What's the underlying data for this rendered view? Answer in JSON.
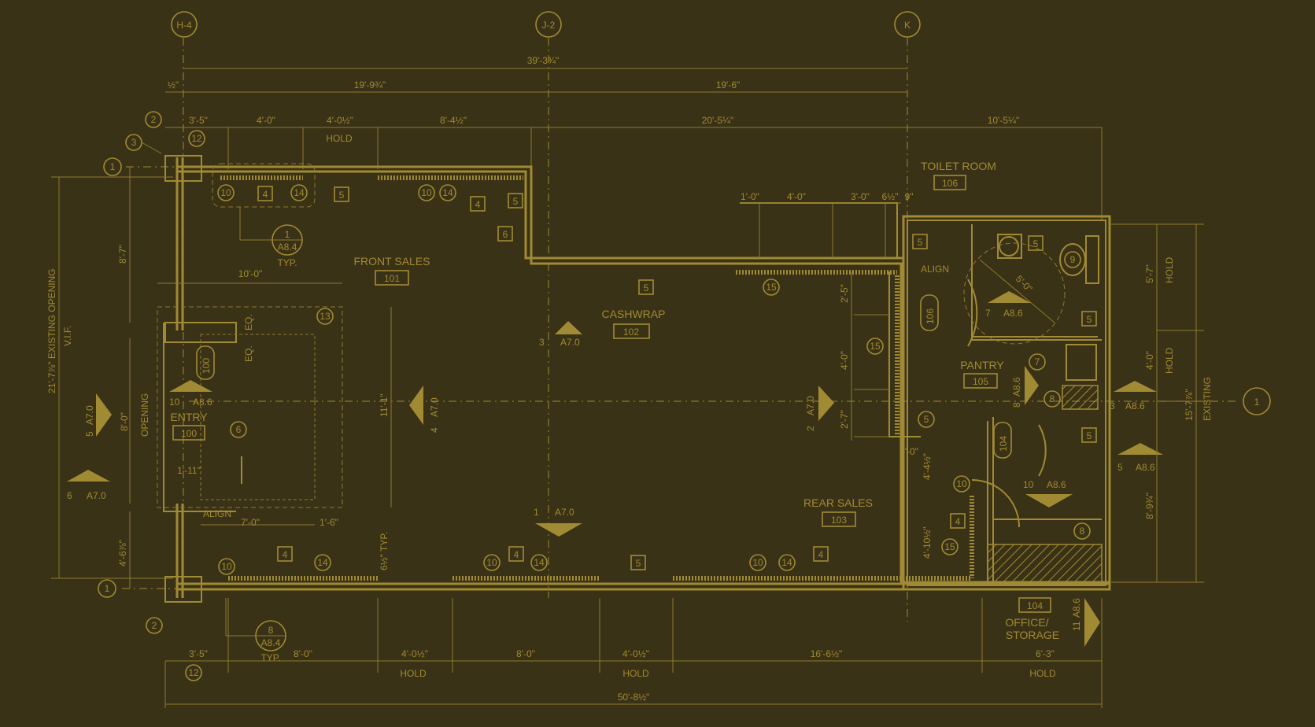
{
  "grid_bubbles": {
    "top": [
      "H-4",
      "J-2",
      "K"
    ],
    "left_top": "1",
    "left_bottom": "1",
    "right": "1",
    "left_2_top": "2",
    "left_3_top": "3",
    "left_2_bottom": "2",
    "left_12_bottom": "12"
  },
  "dimensions_top": {
    "overall": "39'-3¾\"",
    "left_bay": "19'-9¾\"",
    "right_bay": "19'-6\"",
    "small_left": "½\"",
    "row3": [
      "3'-5\"",
      "4'-0\"",
      "4'-0½\"",
      "8'-4½\"",
      "20'-5¼\"",
      "10'-5¼\""
    ],
    "hold": "HOLD"
  },
  "dimensions_bottom": {
    "row1": [
      "3'-5\"",
      "8'-0\"",
      "4'-0½\"",
      "8'-0\"",
      "4'-0½\"",
      "16'-6½\"",
      "6'-3\""
    ],
    "hold": [
      "HOLD",
      "HOLD",
      "HOLD"
    ],
    "overall": "50'-8½\""
  },
  "dimensions_left": {
    "existing_opening": "21'-7⅞\" EXISTING OPENING",
    "vif": "V.I.F.",
    "d1": "8'-7\"",
    "d2": "8'-0\"",
    "opening": "OPENING",
    "d3": "4'-6⅞\"",
    "d4": "10'-0\"",
    "eq": "EQ.",
    "d5": "7'-0\"",
    "d6": "1'-6\"",
    "d7": "1'-11\"",
    "d8": "6½\" TYP.",
    "d9": "11'-1\""
  },
  "dimensions_right": {
    "d1": "5'-7\"",
    "hold1": "HOLD",
    "d2": "4'-0\"",
    "hold2": "HOLD",
    "d3": "15'-7⅞\"",
    "existing": "EXISTING",
    "d4": "8'-9¾\"",
    "d5": "1'-0\"",
    "d6": "4'-4½\"",
    "d7": "4'-10½\"",
    "d8": "2'-5\"",
    "d9": "4'-0\"",
    "d10": "2'-7\"",
    "cw_dims": [
      "1'-0\"",
      "4'-0\"",
      "3'-0\"",
      "6½\"",
      "9\""
    ],
    "rad": "5'-0\""
  },
  "rooms": [
    {
      "name": "FRONT SALES",
      "num": "101"
    },
    {
      "name": "CASHWRAP",
      "num": "102"
    },
    {
      "name": "REAR SALES",
      "num": "103"
    },
    {
      "name": "ENTRY",
      "num": "100"
    },
    {
      "name": "TOILET ROOM",
      "num": "106"
    },
    {
      "name": "PANTRY",
      "num": "105"
    },
    {
      "name": "OFFICE/",
      "name2": "STORAGE",
      "num": "104"
    }
  ],
  "section_marks": [
    {
      "num": "3",
      "sheet": "A7.0"
    },
    {
      "num": "4",
      "sheet": "A7.0"
    },
    {
      "num": "2",
      "sheet": "A7.0"
    },
    {
      "num": "1",
      "sheet": "A7.0"
    },
    {
      "num": "5",
      "sheet": "A7.0"
    },
    {
      "num": "6",
      "sheet": "A7.0"
    },
    {
      "num": "10",
      "sheet": "A8.6"
    },
    {
      "num": "7",
      "sheet": "A8.6"
    },
    {
      "num": "8",
      "sheet": "A8.6"
    },
    {
      "num": "3",
      "sheet": "A8.6"
    },
    {
      "num": "5",
      "sheet": "A8.6"
    },
    {
      "num": "10",
      "sheet": "A8.6"
    },
    {
      "num": "11",
      "sheet": "A8.6"
    }
  ],
  "detail_callouts": [
    {
      "num": "1",
      "sheet": "A8.4",
      "note": "TYP."
    },
    {
      "num": "8",
      "sheet": "A8.4",
      "note": "TYP."
    }
  ],
  "notes": {
    "align1": "ALIGN",
    "align2": "ALIGN"
  },
  "tags": {
    "hex": [
      "4",
      "5",
      "6",
      "7",
      "8",
      "9",
      "10",
      "12",
      "13",
      "14",
      "15"
    ],
    "door": [
      "100",
      "104",
      "106"
    ]
  }
}
